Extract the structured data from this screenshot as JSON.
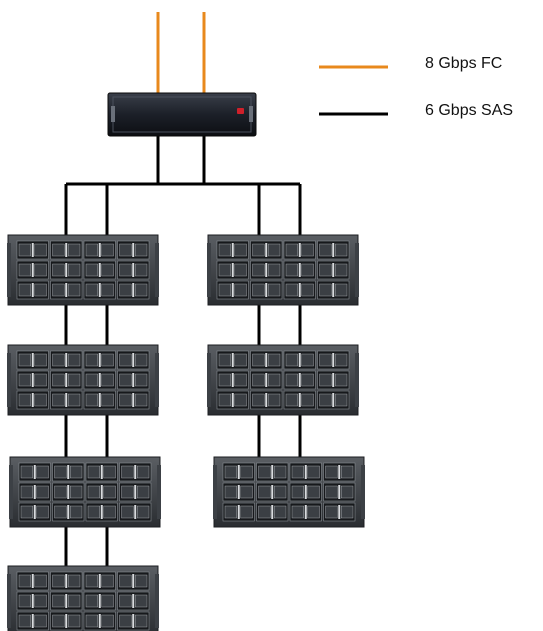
{
  "legend": {
    "fc": {
      "label": "8 Gbps FC",
      "color": "#e8891c"
    },
    "sas": {
      "label": "6 Gbps SAS",
      "color": "#000000"
    }
  },
  "controller": {
    "icon": "storage-controller-icon",
    "indicator_color": "#d0202a"
  },
  "enclosures": {
    "icon": "disk-enclosure-icon",
    "left_chain_count": 4,
    "right_chain_count": 3,
    "drive_rows": 3,
    "drive_columns": 4
  }
}
